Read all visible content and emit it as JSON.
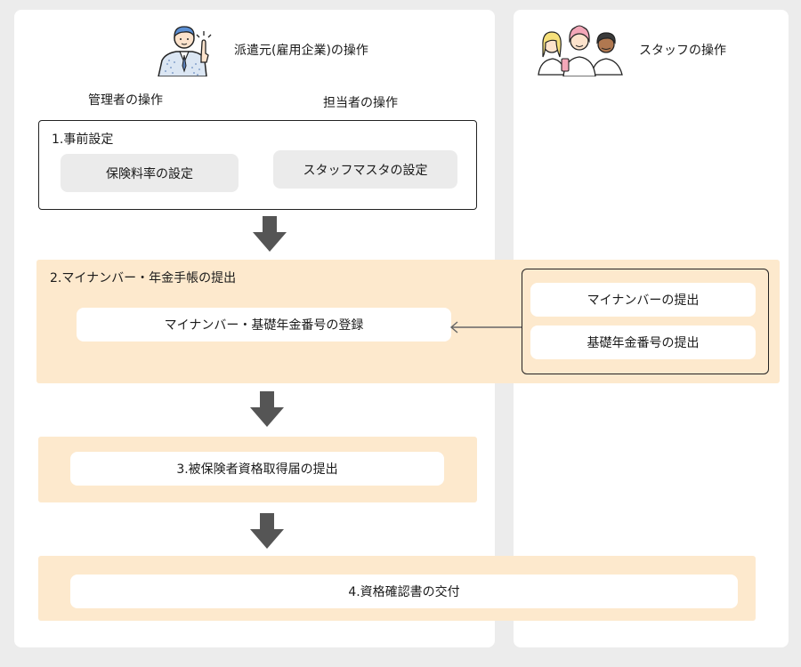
{
  "header": {
    "dispatch_label": "派遣元(雇用企業)の操作",
    "staff_label": "スタッフの操作",
    "admin_label": "管理者の操作",
    "person_in_charge_label": "担当者の操作"
  },
  "steps": {
    "step1": {
      "title": "1.事前設定",
      "items": [
        "保険料率の設定",
        "スタッフマスタの設定"
      ]
    },
    "step2": {
      "title": "2.マイナンバー・年金手帳の提出",
      "register": "マイナンバー・基礎年金番号の登録",
      "staff_items": [
        "マイナンバーの提出",
        "基礎年金番号の提出"
      ]
    },
    "step3": {
      "item": "3.被保険者資格取得届の提出"
    },
    "step4": {
      "item": "4.資格確認書の交付"
    }
  },
  "icons": {
    "dispatch_person": "businessman-pointing-icon",
    "staff_group": "staff-group-icon",
    "flow_arrow": "down-arrow-icon",
    "submit_arrow": "left-arrow-icon"
  },
  "colors": {
    "background": "#ececec",
    "panel": "#ffffff",
    "band": "#fde9cd",
    "button_grey": "#ebebeb",
    "arrow": "#555555"
  }
}
